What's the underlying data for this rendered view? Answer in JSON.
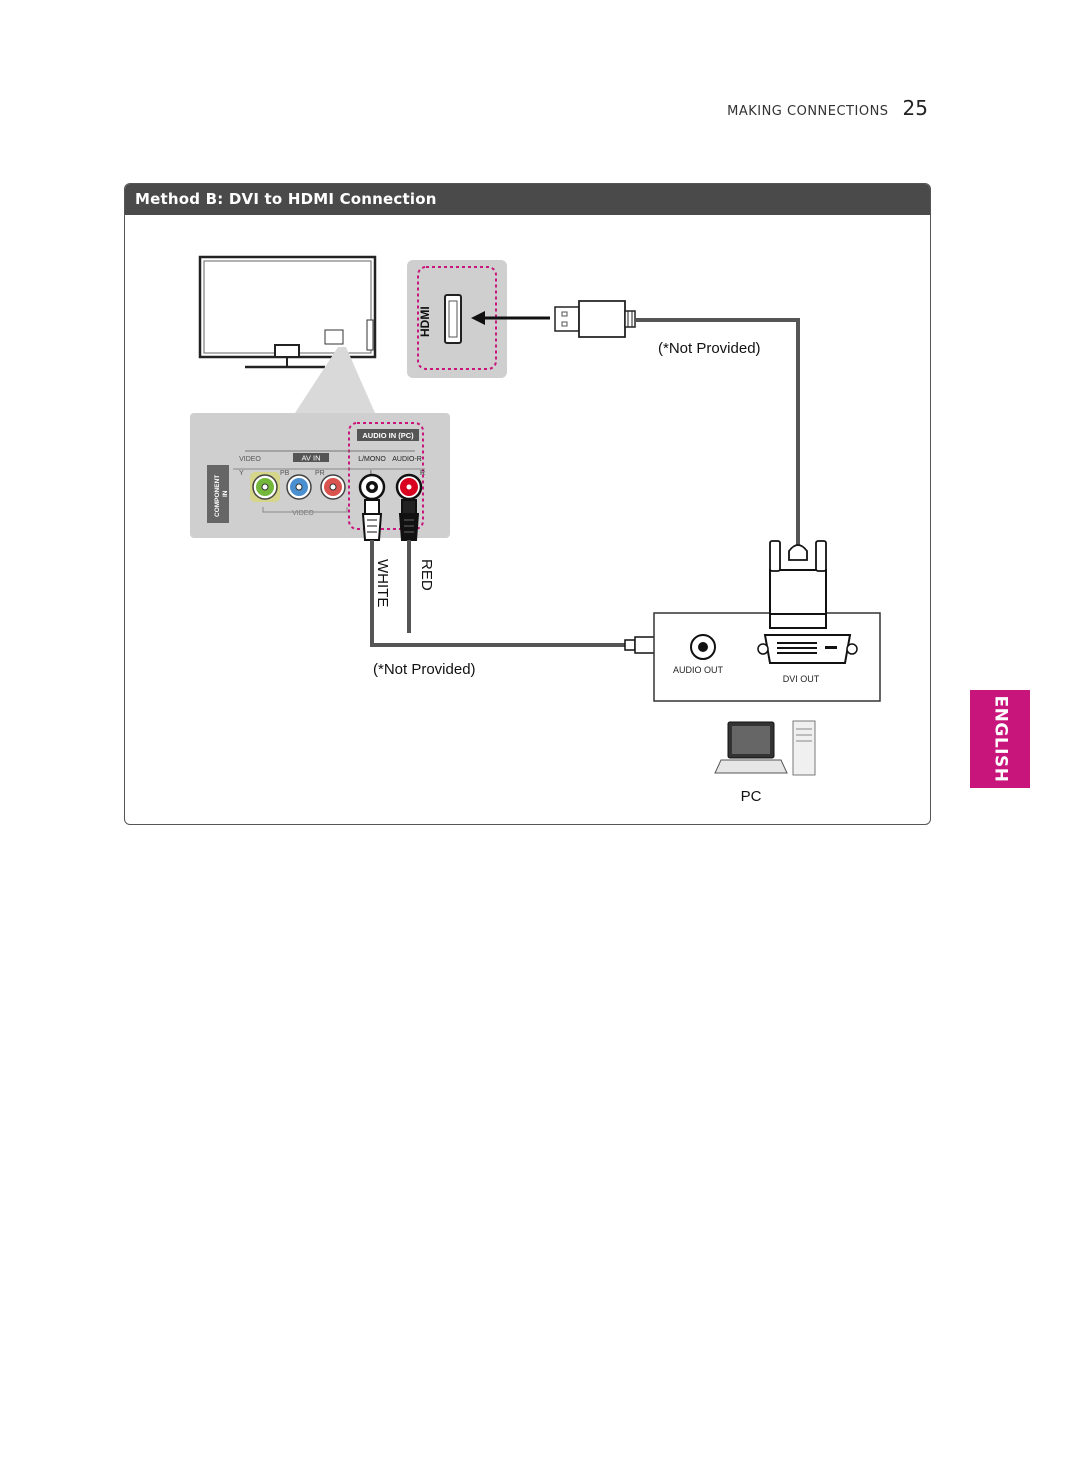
{
  "header": {
    "section": "MAKING CONNECTIONS",
    "page_number": "25"
  },
  "panel": {
    "title": "Method B: DVI to HDMI Connection"
  },
  "diagram": {
    "hdmi_port_label": "HDMI",
    "hdmi_cable_note": "(*Not Provided)",
    "audio_cable_note": "(*Not Provided)",
    "audio_in_label": "AUDIO IN (PC)",
    "av_in_label": "AV IN",
    "video_label": "VIDEO",
    "lmono_label": "L/MONO",
    "audio_r_label": "AUDIO-R",
    "component_label": "COMPONENT",
    "in_label": "IN",
    "y_label": "Y",
    "pb_label": "PB",
    "pr_label": "PR",
    "l_label": "L",
    "r_label": "R",
    "video_bottom_label": "VIDEO",
    "white_label": "WHITE",
    "red_label": "RED",
    "audio_out_label": "AUDIO OUT",
    "dvi_out_label": "DVI OUT",
    "pc_label": "PC"
  },
  "language_tab": "ENGLISH",
  "colors": {
    "accent": "#c8157b",
    "title_bar": "#4a4a4a",
    "port_panel": "#c9c9c9",
    "dotted_outline": "#c8157b"
  }
}
